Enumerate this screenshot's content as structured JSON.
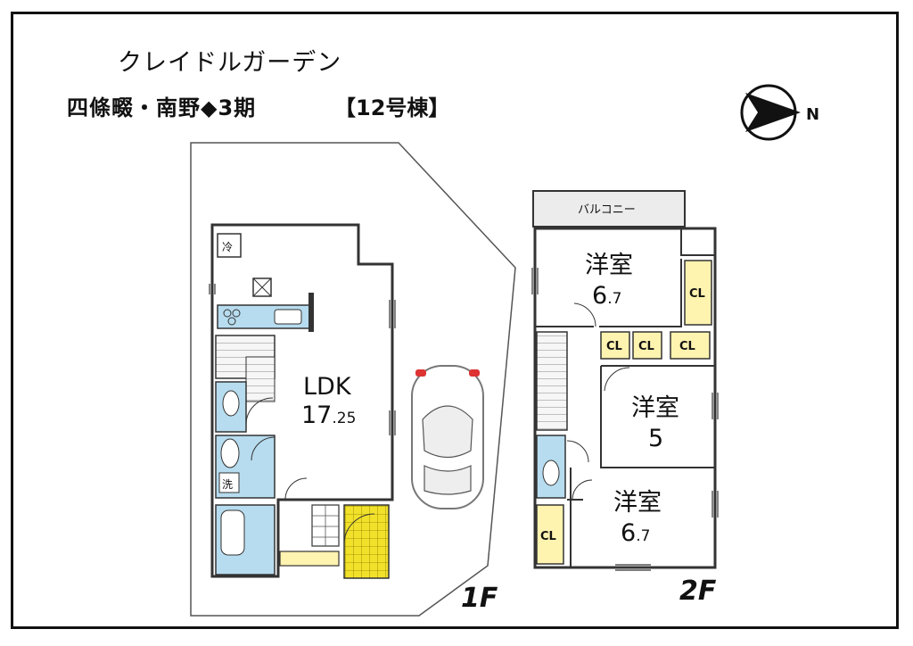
{
  "header": {
    "property_name": "クレイドルガーデン",
    "location": "四條畷・南野◆3期",
    "building": "【12号棟】"
  },
  "compass": {
    "label": "N"
  },
  "floor1": {
    "label": "1F",
    "ldk_name": "LDK",
    "ldk_size_main": "17",
    "ldk_size_sub": ".25",
    "fridge_label": "冷",
    "washer_label": "洗"
  },
  "floor2": {
    "label": "2F",
    "balcony": "バルコニー",
    "room1_name": "洋室",
    "room1_size_main": "6",
    "room1_size_sub": ".7",
    "room2_name": "洋室",
    "room2_size": "5",
    "room3_name": "洋室",
    "room3_size_main": "6",
    "room3_size_sub": ".7",
    "closet": "CL"
  },
  "colors": {
    "fixture_blue": "#b7dcef",
    "closet_yellow": "#fff3b0",
    "entrance_yellow": "#f2e12a",
    "wall": "#333333"
  }
}
